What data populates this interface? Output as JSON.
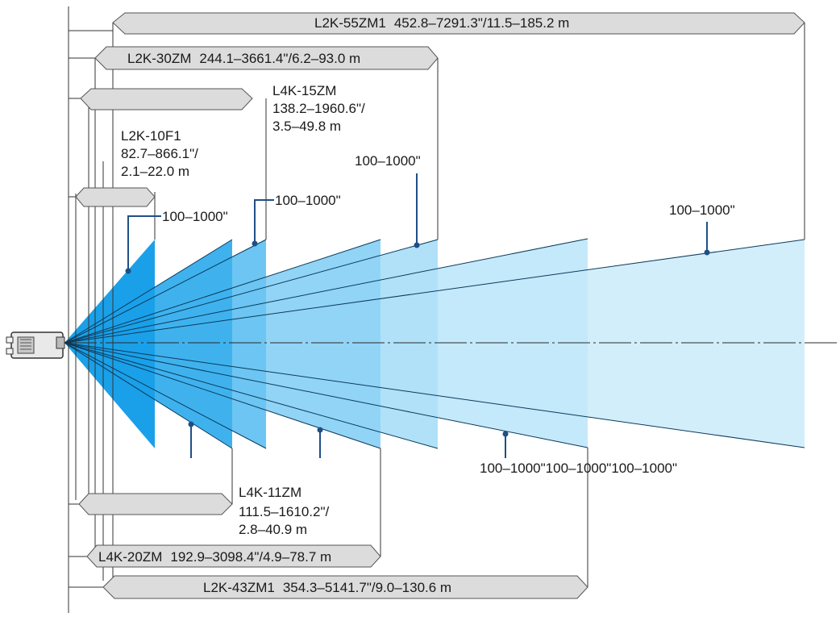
{
  "lenses": [
    {
      "id": "L2K-55ZM1",
      "model": "L2K-55ZM1",
      "range": "452.8–7291.3\"/11.5–185.2 m"
    },
    {
      "id": "L2K-30ZM",
      "model": "L2K-30ZM",
      "range": "244.1–3661.4\"/6.2–93.0 m"
    },
    {
      "id": "L4K-15ZM",
      "model": "L4K-15ZM",
      "line1": "138.2–1960.6\"/",
      "line2": "3.5–49.8 m"
    },
    {
      "id": "L2K-10F1",
      "model": "L2K-10F1",
      "line1": "82.7–866.1\"/",
      "line2": "2.1–22.0 m"
    },
    {
      "id": "L4K-11ZM",
      "model": "L4K-11ZM",
      "line1": "111.5–1610.2\"/",
      "line2": "2.8–40.9 m"
    },
    {
      "id": "L4K-20ZM",
      "model": "L4K-20ZM",
      "range": "192.9–3098.4\"/4.9–78.7 m"
    },
    {
      "id": "L2K-43ZM1",
      "model": "L2K-43ZM1",
      "range": "354.3–5141.7\"/9.0–130.6 m"
    }
  ],
  "screen_size_labels": {
    "l2k10f1": "100–1000\"",
    "l4k15zm": "100–1000\"",
    "l2k30zm": "100–1000\"",
    "l2k55zm1": "100–1000\"",
    "bottom_row": "100–1000\"100–1000\"100–1000\""
  },
  "colors": {
    "wedge_1": "#1aa0e8",
    "wedge_2": "#3fb2ee",
    "wedge_3": "#6cc5f2",
    "wedge_4": "#92d4f5",
    "wedge_5": "#b0e1f8",
    "wedge_6": "#c4e9fa",
    "wedge_7": "#d2eefb",
    "bar_fill": "#dcdcdc",
    "leader": "#1f4f86"
  },
  "icons": {
    "projector": "projector-icon"
  }
}
